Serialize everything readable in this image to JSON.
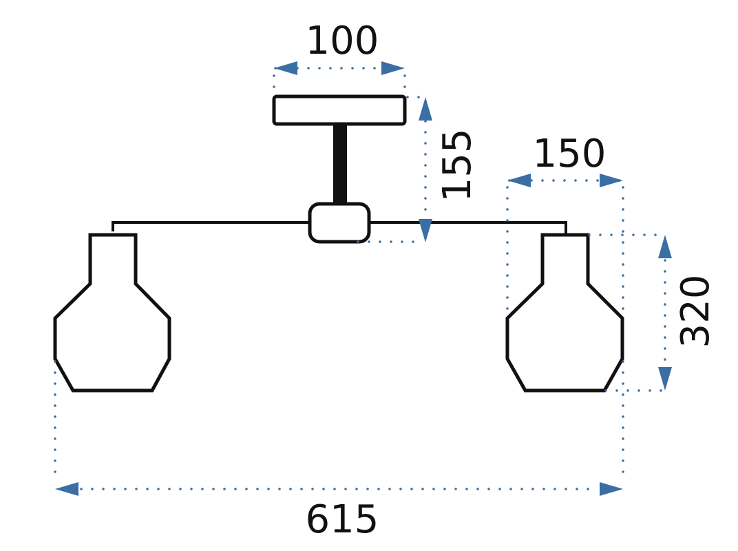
{
  "dimensions": {
    "canopy_width": "100",
    "canopy_height": "155",
    "shade_width": "150",
    "shade_height": "320",
    "total_width": "615"
  },
  "colors": {
    "arrow": "#3a6ea5",
    "outline": "#111111",
    "background": "#ffffff"
  }
}
